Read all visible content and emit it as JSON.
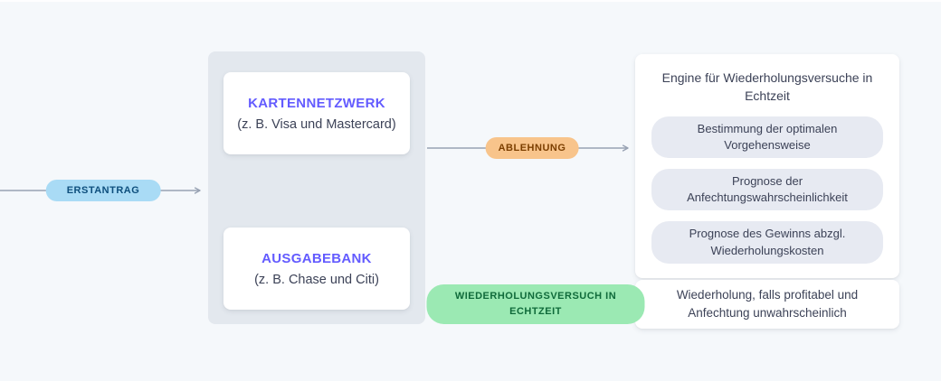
{
  "flow": {
    "initial_attempt_badge": "ERSTANTRAG",
    "decline_badge": "ABLEHNUNG",
    "realtime_retry_badge": "WIEDERHOLUNGSVERSUCH IN ECHTZEIT"
  },
  "network_group": {
    "card_network": {
      "title": "KARTENNETZWERK",
      "subtitle": "(z. B. Visa und Mastercard)"
    },
    "issuing_bank": {
      "title": "AUSGABEBANK",
      "subtitle": "(z. B. Chase und Citi)"
    }
  },
  "engine": {
    "title": "Engine für Wiederholungsversuche in Echtzeit",
    "capabilities": [
      "Bestimmung der optimalen Vorgehensweise",
      "Prognose der Anfechtungswahrscheinlichkeit",
      "Prognose des Gewinns abzgl. Wiederholungskosten"
    ]
  },
  "outcome": {
    "text": "Wiederholung, falls profitabel und Anfechtung unwahrscheinlich"
  },
  "colors": {
    "accent_purple": "#635bff",
    "text_slate": "#3c4257",
    "badge_blue_bg": "#a9dbf5",
    "badge_blue_text": "#0e4f7d",
    "badge_orange_bg": "#f8c48b",
    "badge_orange_text": "#7c3f00",
    "badge_green_bg": "#9be9b3",
    "badge_green_text": "#0f6a3a",
    "arrow": "#98a2b3",
    "group_bg": "#e3e8ee",
    "background": "#f5f8fb"
  }
}
